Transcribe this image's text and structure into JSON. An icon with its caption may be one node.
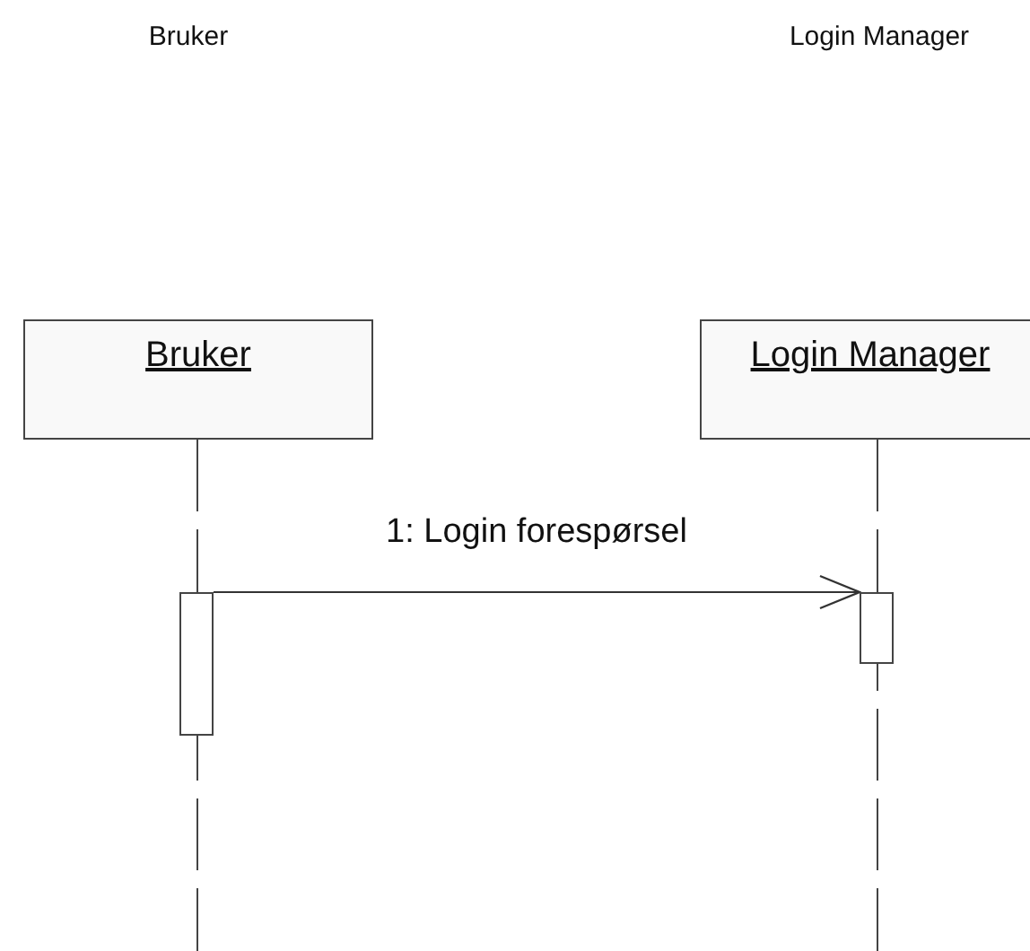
{
  "diagram": {
    "nodes": [
      {
        "text": [
          "Bruker"
        ]
      },
      {
        "text": [
          "Login Manager"
        ]
      },
      {
        "text": [],
        "shape": "bar"
      },
      {
        "text": [],
        "shape": "bar"
      }
    ],
    "edges": [
      {
        "from": 2,
        "to": 3,
        "arrow": "to",
        "label": "1: Login forespørsel"
      }
    ],
    "labels": [
      "Bruker",
      "Login Manager"
    ]
  }
}
